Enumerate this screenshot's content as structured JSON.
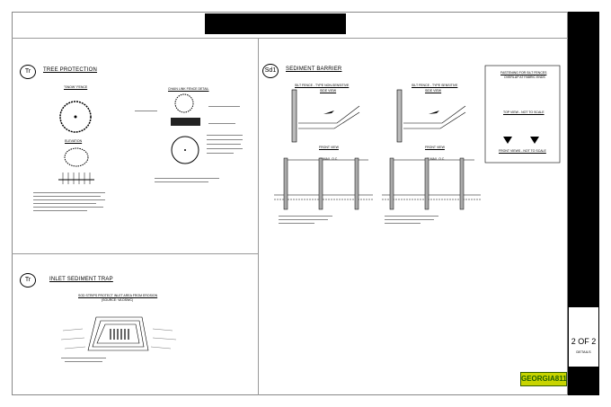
{
  "title_block": {
    "sheet": "2 OF 2",
    "sheet_title": "DETAILS",
    "logo_text": "GEORGIA811"
  },
  "tree_protection": {
    "badge": "Tr",
    "title": "TREE PROTECTION",
    "snow_fence": "\"SNOW\" FENCE",
    "elevation": "ELEVATION",
    "chain_link": "CHAIN LINK FENCE DETAIL"
  },
  "sediment_barrier": {
    "badge": "Sd1",
    "title": "SEDIMENT BARRIER",
    "non_sensitive": "SILT FENCE - TYPE NON-SENSITIVE",
    "sensitive": "SILT FENCE - TYPE SENSITIVE",
    "side_view": "SIDE VIEW",
    "front_view": "FRONT VIEW",
    "spacing": "6' MAX. O.C.",
    "fastening": {
      "title": "FASTENING FOR SILT FENCES",
      "subtitle": "OVERLAP AT FABRIC ENDS",
      "top_view": "TOP VIEW - NOT TO SCALE",
      "front_views": "FRONT VIEWS - NOT TO SCALE"
    }
  },
  "inlet_trap": {
    "badge": "Tr",
    "title": "INLET SEDIMENT TRAP",
    "caption": "SOD STRIPS PROTECT INLET AREA FROM EROSION",
    "source": "(SOURCE: VA DSWC)"
  }
}
